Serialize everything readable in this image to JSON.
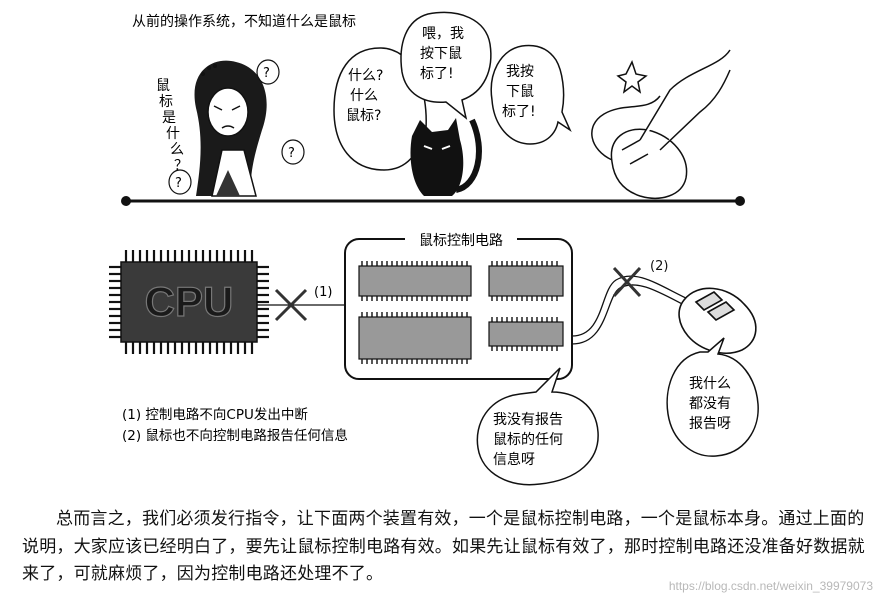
{
  "top_caption": "从前的操作系统，不知道什么是鼠标",
  "girl_side_text": [
    "鼠",
    "标",
    "是",
    "什",
    "么",
    "？"
  ],
  "bubble_what_lines": [
    "什么?",
    "什么",
    "鼠标?"
  ],
  "bubble_pressed_lines": [
    "喂，我",
    "按下鼠",
    "标了!"
  ],
  "bubble_pressed2_lines": [
    "我按",
    "下鼠",
    "标了!"
  ],
  "circuit_title": "鼠标控制电路",
  "cpu_label": "CPU",
  "label_1": "(1)",
  "label_2": "(2)",
  "notes": [
    "(1) 控制电路不向CPU发出中断",
    "(2) 鼠标也不向控制电路报告任何信息"
  ],
  "bubble_circuit_lines": [
    "我没有报告",
    "鼠标的任何",
    "信息呀"
  ],
  "bubble_mouse_lines": [
    "我什么",
    "都没有",
    "报告呀"
  ],
  "caption": "总而言之，我们必须发行指令，让下面两个装置有效，一个是鼠标控制电路，一个是鼠标本身。通过上面的说明，大家应该已经明白了，要先让鼠标控制电路有效。如果先让鼠标有效了，那时控制电路还没准备好数据就来了，可就麻烦了，因为控制电路还处理不了。",
  "watermark": "https://blog.csdn.net/weixin_39979073"
}
